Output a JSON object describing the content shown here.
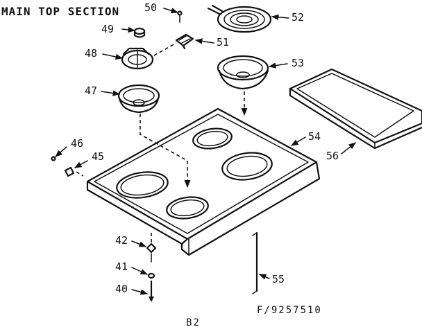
{
  "title": "MAIN TOP SECTION",
  "part_number": "F/9257510",
  "page_code": "B2",
  "callouts": {
    "p40": "40",
    "p41": "41",
    "p42": "42",
    "p45": "45",
    "p46": "46",
    "p47": "47",
    "p48": "48",
    "p49": "49",
    "p50": "50",
    "p51": "51",
    "p52": "52",
    "p53": "53",
    "p54": "54",
    "p55": "55",
    "p56": "56"
  }
}
